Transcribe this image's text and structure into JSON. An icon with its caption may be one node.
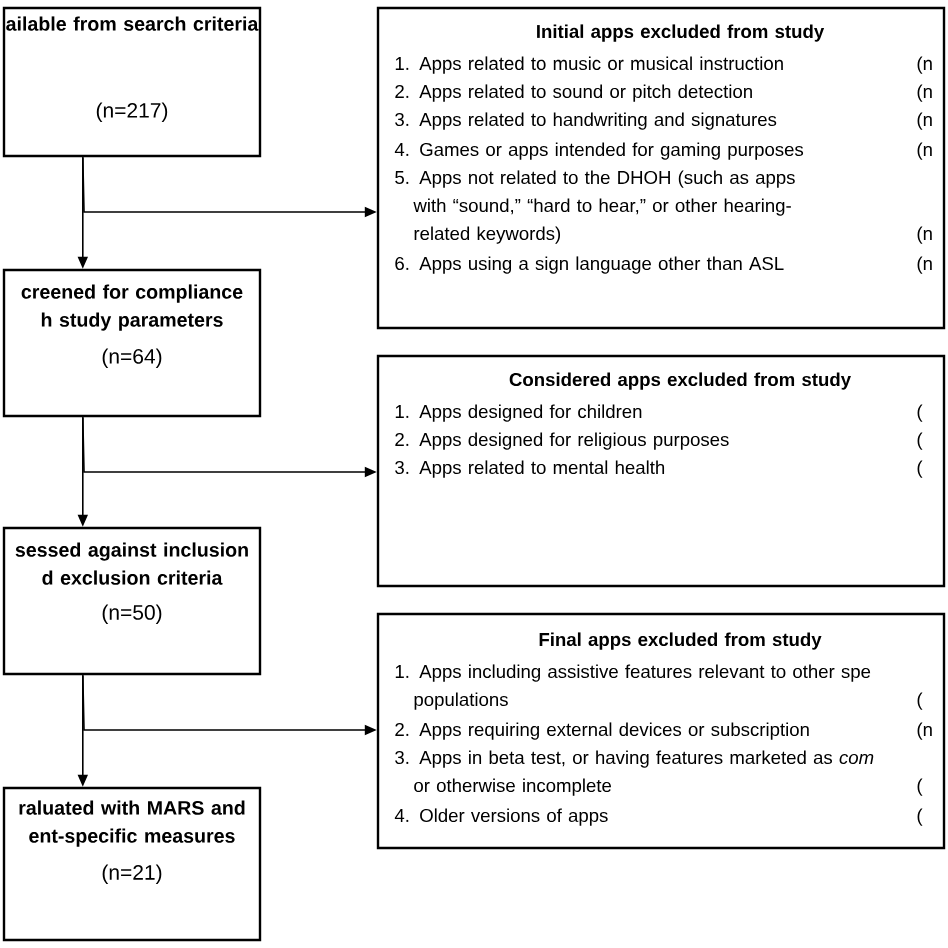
{
  "diagram": {
    "nodes": [
      {
        "text": [
          "ailable from search criteria",
          "(n=217)"
        ]
      },
      {
        "text": [
          "Initial apps excluded from study",
          "1. Apps related to music or musical instruction",
          "(n",
          "2. Apps related to sound or pitch detection",
          "(n",
          "3. Apps related to handwriting and signatures",
          "(n",
          "4. Games or apps intended for gaming purposes",
          "(n",
          "5. Apps not related to the DHOH (such as apps with “sound,” “hard to hear,” or other hearing-related keywords)",
          "(n",
          "6. Apps using a sign language other than ASL",
          "(n"
        ]
      },
      {
        "text": [
          "creened for compliance h study parameters",
          "(n=64)"
        ]
      },
      {
        "text": [
          "Considered apps excluded from study",
          "1. Apps designed for children",
          "(",
          "2. Apps designed for religious purposes",
          "(",
          "3. Apps related to mental health",
          "("
        ]
      },
      {
        "text": [
          "sessed against inclusion d exclusion criteria",
          "(n=50)"
        ]
      },
      {
        "text": [
          "Final apps excluded from study",
          "1. Apps including assistive features relevant to other spe populations",
          "(",
          "2. Apps requiring external devices or subscription",
          "(n",
          "3. Apps in beta test, or having features marketed as *com* or otherwise incomplete",
          "(",
          "4. Older versions of apps",
          "("
        ]
      },
      {
        "text": [
          "raluated with MARS and ent-specific measures",
          "(n=21)"
        ]
      }
    ],
    "edges": [
      {
        "from": 0,
        "to": 2,
        "arrow": "to"
      },
      {
        "from": 0,
        "to": 1,
        "arrow": "to"
      },
      {
        "from": 2,
        "to": 4,
        "arrow": "to"
      },
      {
        "from": 2,
        "to": 3,
        "arrow": "to"
      },
      {
        "from": 4,
        "to": 6,
        "arrow": "to"
      },
      {
        "from": 4,
        "to": 5,
        "arrow": "to"
      }
    ]
  }
}
